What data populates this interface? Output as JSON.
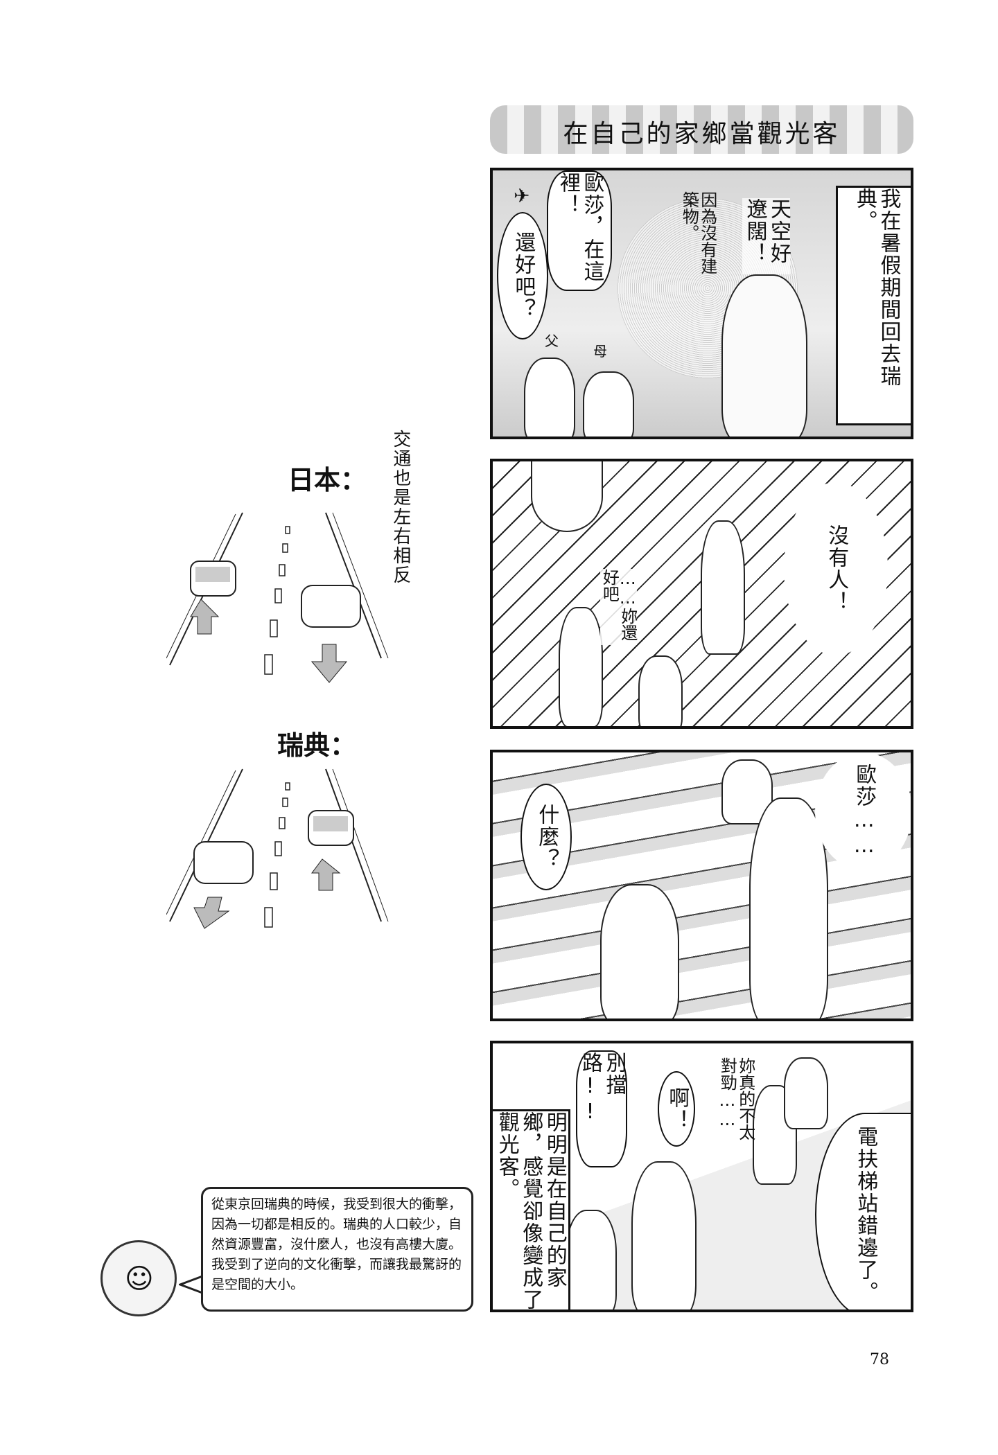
{
  "page": {
    "title": "在自己的家鄉當觀光客",
    "page_number": "78",
    "colors": {
      "ink": "#111111",
      "stripe_dark": "#c8c8c8",
      "stripe_light": "#f2f2f2",
      "screentone": "#bbbbbb"
    }
  },
  "sidebar": {
    "traffic_caption": "交通也是左右相反",
    "japan_label": "日本：",
    "sweden_label": "瑞典："
  },
  "panels": [
    {
      "caption": "我在暑假期間回去瑞典。",
      "bubbles": [
        "天空好遼闊！",
        "因為沒有建築物。",
        "歐莎，在這裡！",
        "還好吧？"
      ],
      "labels": [
        "父",
        "母"
      ]
    },
    {
      "bubbles": [
        "沒有人！",
        "……妳還好吧"
      ]
    },
    {
      "bubbles": [
        "歐莎……",
        "什麼？"
      ]
    },
    {
      "caption": "明明是在自己的家鄉，感覺卻像變成了觀光客。",
      "bubbles": [
        "電扶梯站錯邊了。",
        "妳真的不太對勁……",
        "啊！",
        "別擋路!!"
      ]
    }
  ],
  "note": {
    "text": "從東京回瑞典的時候，我受到很大的衝擊，因為一切都是相反的。瑞典的人口較少，自然資源豐富，沒什麼人，也沒有高樓大廈。我受到了逆向的文化衝擊，而讓我最驚訝的是空間的大小。"
  }
}
